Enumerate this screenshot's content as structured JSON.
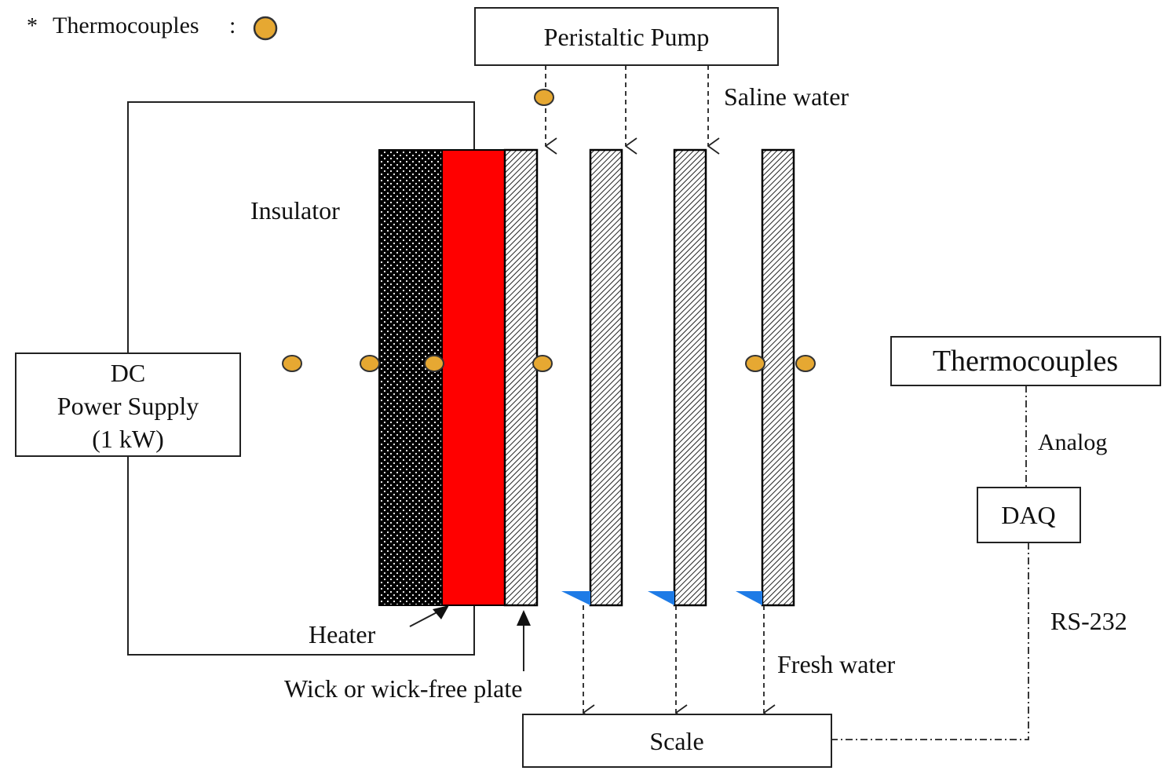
{
  "legend": {
    "asterisk": "*",
    "label": "Thermocouples",
    "colon": ":",
    "marker_color": "#E6A832"
  },
  "labels": {
    "pump": "Peristaltic Pump",
    "saline": "Saline water",
    "insulator": "Insulator",
    "dc_line1": "DC",
    "dc_line2": "Power Supply",
    "dc_line3": "(1 kW)",
    "heater": "Heater",
    "wick": "Wick or wick-free plate",
    "fresh": "Fresh water",
    "scale": "Scale",
    "thermocouples_box": "Thermocouples",
    "analog": "Analog",
    "daq": "DAQ",
    "rs232": "RS-232"
  },
  "colors": {
    "heater": "#FF0000",
    "insulator": "#000000",
    "collector_wedge": "#1E7BE6",
    "thermocouple": "#E6A832"
  }
}
